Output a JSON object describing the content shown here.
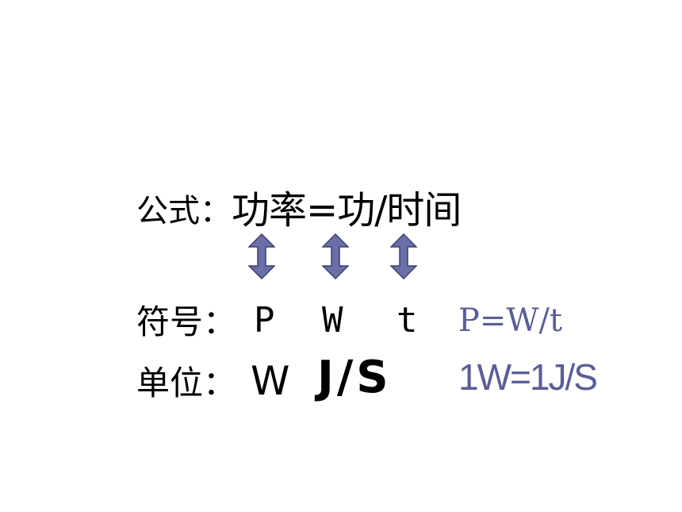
{
  "slide": {
    "formula_label": "公式：",
    "formula_body": "功率=功/时间",
    "symbol_label": "符号：",
    "symbols": [
      "P",
      "W",
      "t"
    ],
    "unit_label": "单位：",
    "units": [
      "W",
      "J/S"
    ],
    "equation_symbols": "P=W/t",
    "equation_units": "1W=1J/S",
    "arrow_icon": "double-vertical-arrow-icon",
    "accent_color": "#5a5e96"
  }
}
